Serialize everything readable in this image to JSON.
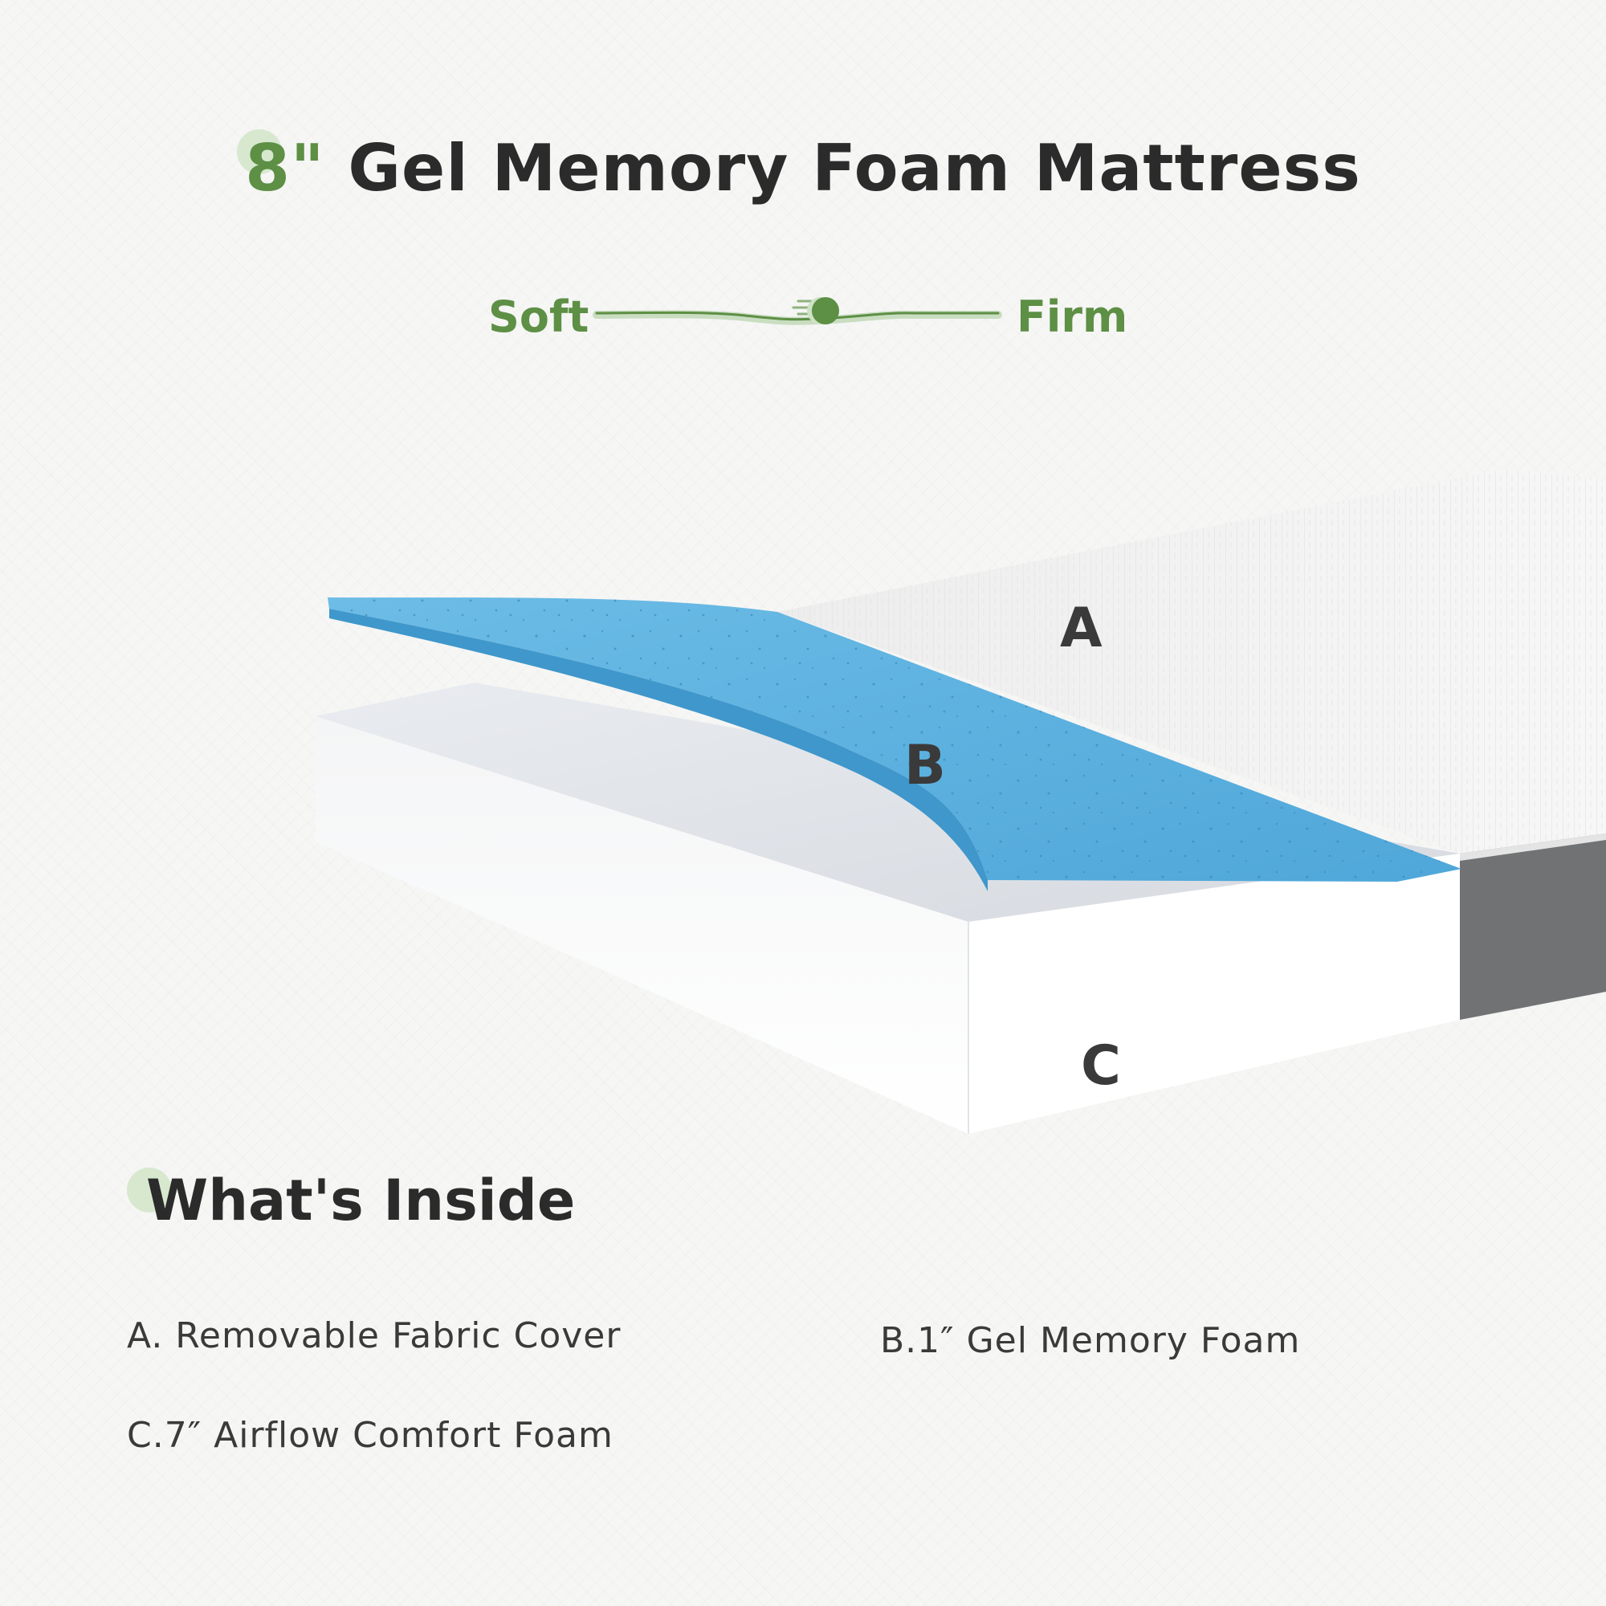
{
  "header": {
    "size_label": "8\"",
    "title_text": "Gel Memory Foam Mattress"
  },
  "firmness": {
    "soft_label": "Soft",
    "firm_label": "Firm",
    "level": 0.57
  },
  "diagram": {
    "layer_a_letter": "A",
    "layer_b_letter": "B",
    "layer_c_letter": "C",
    "colors": {
      "gel_foam": "#5bb0df",
      "cover": "#f3f3f3",
      "comfort_foam": "#ffffff",
      "side_fabric": "#707274"
    }
  },
  "inside": {
    "heading": "What's Inside",
    "items": [
      "A. Removable Fabric Cover",
      "B.1″ Gel Memory Foam",
      "C.7″ Airflow Comfort Foam"
    ]
  },
  "colors": {
    "accent_green": "#5d8f45",
    "accent_green_light": "#d7e8cf",
    "text_dark": "#2b2b2b"
  }
}
